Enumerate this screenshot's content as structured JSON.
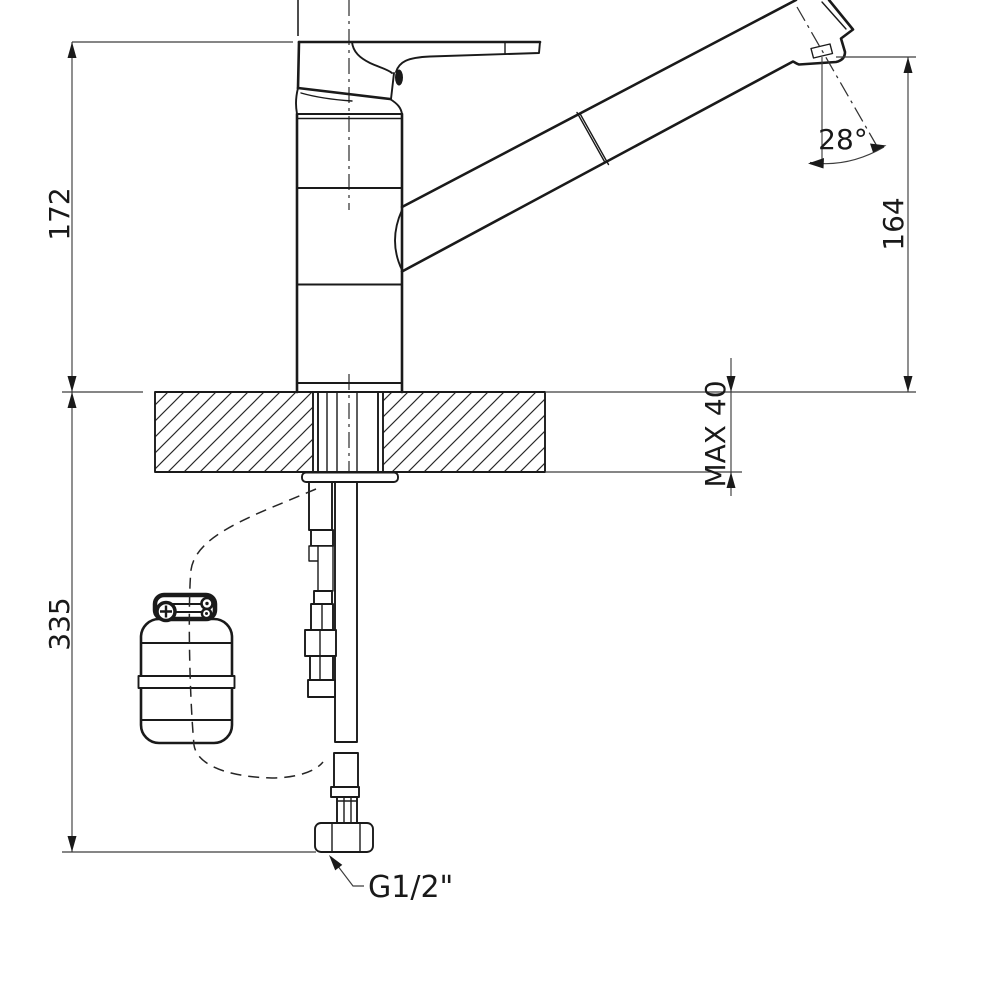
{
  "drawing": {
    "subject": "single-lever kitchen faucet with pull-out spray, installation dimension drawing"
  },
  "dimensions": {
    "height_above_deck": "172",
    "depth_below_deck": "335",
    "spout_outlet_height": "164",
    "max_deck_thickness": "MAX 40",
    "spout_angle": "28°",
    "thread_size": "G1/2\""
  },
  "colors": {
    "line": "#1a1a1a",
    "dimension": "#3d3d3d",
    "background": "#ffffff"
  }
}
